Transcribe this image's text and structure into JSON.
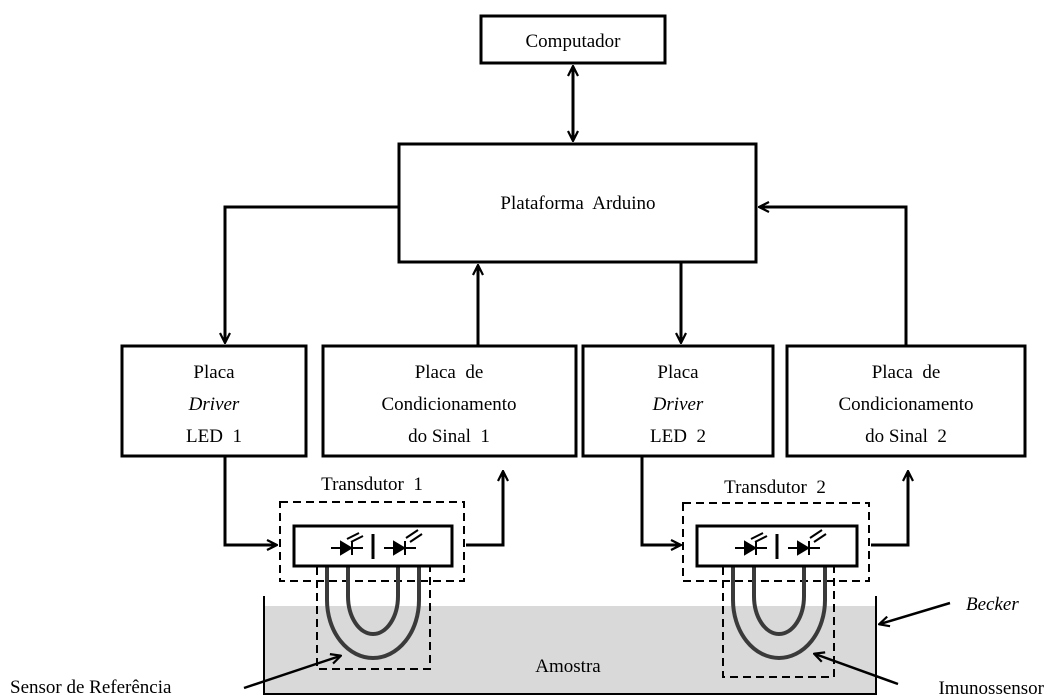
{
  "blocks": {
    "computer": "Computador",
    "arduino": "Plataforma  Arduino",
    "driver1": {
      "line1": "Placa",
      "line2": "Driver",
      "line3": "LED  1"
    },
    "cond1": {
      "line1": "Placa  de",
      "line2": "Condicionamento",
      "line3": "do Sinal  1"
    },
    "driver2": {
      "line1": "Placa",
      "line2": "Driver",
      "line3": "LED  2"
    },
    "cond2": {
      "line1": "Placa  de",
      "line2": "Condicionamento",
      "line3": "do Sinal  2"
    }
  },
  "transducers": {
    "t1": "Transdutor  1",
    "t2": "Transdutor  2"
  },
  "labels": {
    "becker": "Becker",
    "amostra": "Amostra",
    "reference_sensor": "Sensor de Referência",
    "immunosensor": "Imunossensor"
  },
  "colors": {
    "sample_fill": "#d9d9d9",
    "line": "#000000",
    "fiber": "#3a3a3a"
  }
}
